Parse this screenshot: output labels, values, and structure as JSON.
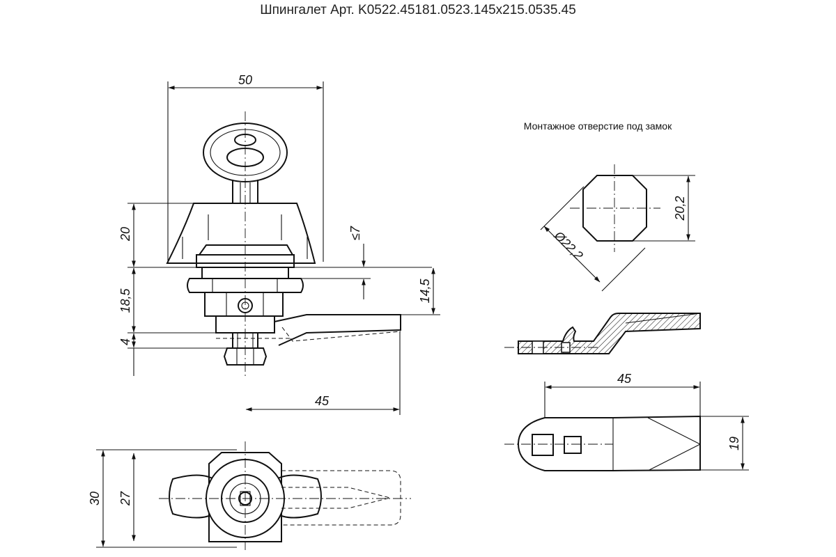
{
  "title": "Шпингалет Арт. K0522.45181.0523.145x215.0535.45",
  "mounting_hole_label": "Монтажное отверстие под замок",
  "dimensions": {
    "front_width": "50",
    "front_height_20": "20",
    "front_max_7": "≤7",
    "front_18_5": "18,5",
    "front_14_5": "14,5",
    "front_4": "4",
    "front_cam_45": "45",
    "bottom_30": "30",
    "bottom_27": "27",
    "hole_20_2": "20,2",
    "hole_diameter": "Ø22,2",
    "cam_length_45": "45",
    "cam_width_19": "19"
  }
}
